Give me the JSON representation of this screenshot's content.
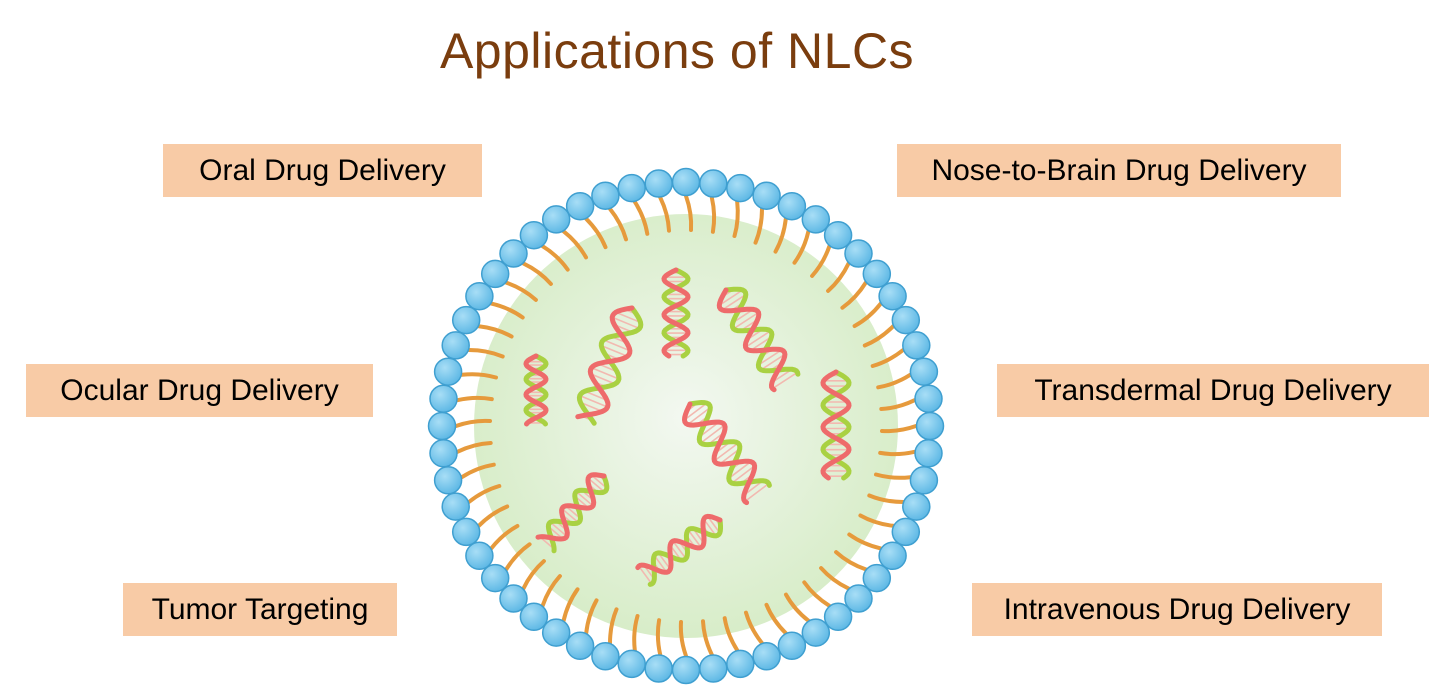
{
  "title": "Applications of NLCs",
  "applications": [
    {
      "id": "oral",
      "label": "Oral Drug Delivery"
    },
    {
      "id": "nose",
      "label": "Nose-to-Brain Drug Delivery"
    },
    {
      "id": "ocular",
      "label": "Ocular Drug Delivery"
    },
    {
      "id": "transdermal",
      "label": "Transdermal Drug Delivery"
    },
    {
      "id": "tumor",
      "label": "Tumor Targeting"
    },
    {
      "id": "intravenous",
      "label": "Intravenous Drug Delivery"
    }
  ],
  "colors": {
    "title": "#7a3d0e",
    "label_bg": "#f8cba6",
    "lipid_head": "#6fc3ea",
    "lipid_head_edge": "#3f9fd0",
    "lipid_tail": "#e69a3c",
    "core_center": "#f3f8f1",
    "core_edge": "#d6ecc6",
    "dna_strand_a": "#ee6b6b",
    "dna_strand_b": "#a9d142"
  },
  "icons": [
    "nlc-particle-icon",
    "phospholipid-head-icon",
    "lipid-tail-icon",
    "dna-helix-icon"
  ]
}
